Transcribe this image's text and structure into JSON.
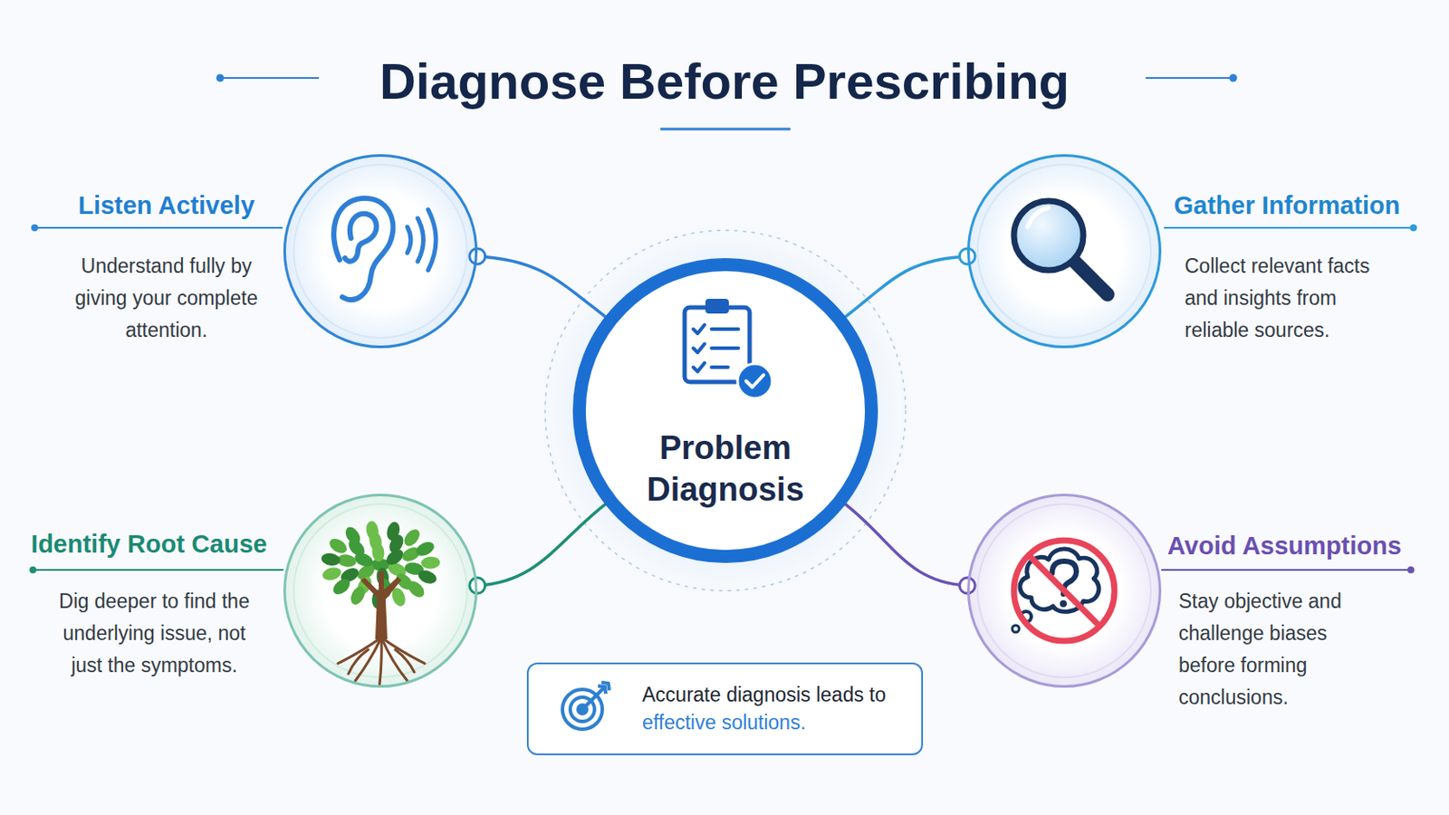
{
  "diagram": {
    "title": "Diagnose Before Prescribing",
    "nodes": [
      {
        "text": [
          "Listen Actively",
          "Understand fully by giving your complete attention."
        ]
      },
      {
        "text": [
          "Gather Information",
          "Collect relevant facts and insights from reliable sources."
        ]
      },
      {
        "text": [
          "Problem Diagnosis"
        ]
      },
      {
        "text": [
          "Identify Root Cause",
          "Dig deeper to find the underlying issue, not just the symptoms."
        ]
      },
      {
        "text": [
          "Avoid Assumptions",
          "Stay objective and challenge biases before forming conclusions."
        ]
      },
      {
        "text": [
          "Accurate diagnosis leads to",
          "effective solutions."
        ]
      }
    ],
    "edges": [
      {
        "from": 0,
        "to": 2,
        "arrow": "none"
      },
      {
        "from": 1,
        "to": 2,
        "arrow": "none"
      },
      {
        "from": 3,
        "to": 2,
        "arrow": "none"
      },
      {
        "from": 4,
        "to": 2,
        "arrow": "none"
      }
    ]
  }
}
